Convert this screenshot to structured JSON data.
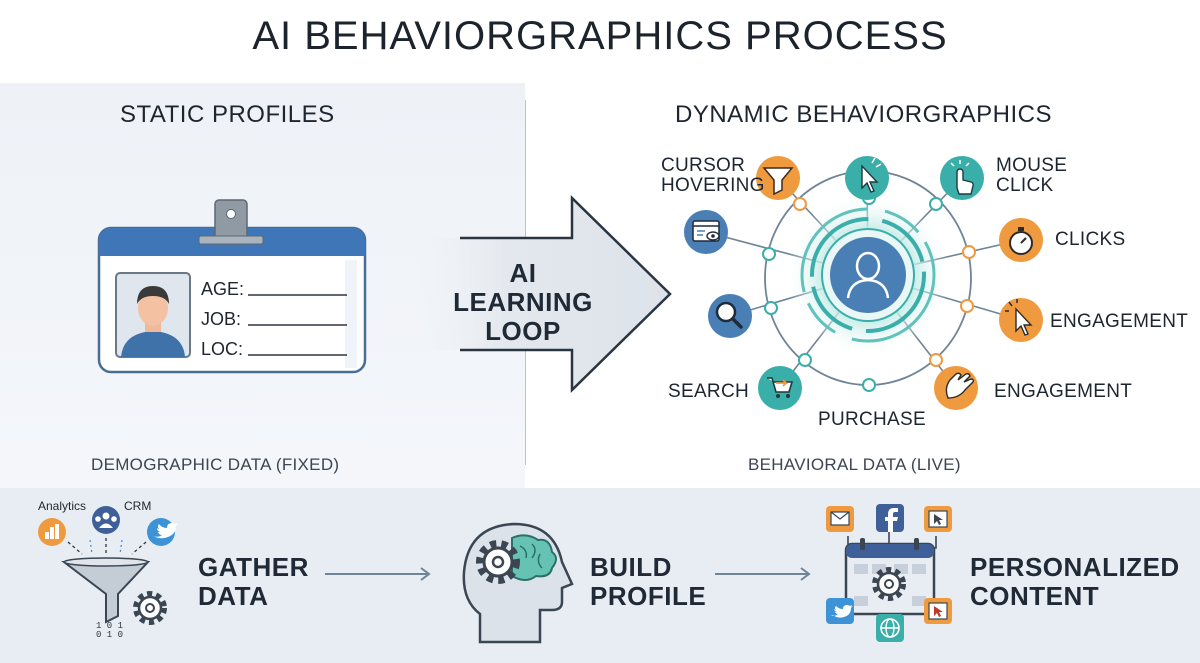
{
  "title": "AI BEHAVIORGRAPHICS PROCESS",
  "left": {
    "heading": "STATIC PROFILES",
    "fields": [
      "AGE:",
      "JOB:",
      "LOC:"
    ],
    "caption": "DEMOGRAPHIC DATA (FIXED)"
  },
  "arrow": {
    "line1": "AI",
    "line2": "LEARNING",
    "line3": "LOOP"
  },
  "right": {
    "heading": "DYNAMIC BEHAVIORGRAPHICS",
    "labels": {
      "cursor_hovering_1": "CURSOR",
      "cursor_hovering_2": "HOVERING",
      "mouse_click_1": "MOUSE",
      "mouse_click_2": "CLICK",
      "clicks": "CLICKS",
      "engagement_1": "ENGAGEMENT",
      "engagement_2": "ENGAGEMENT",
      "search": "SEARCH",
      "purchase": "PURCHASE"
    },
    "caption": "BEHAVIORAL DATA (LIVE)"
  },
  "bottom": {
    "sources": {
      "analytics": "Analytics",
      "crm": "CRM"
    },
    "step1_a": "GATHER",
    "step1_b": "DATA",
    "step2_a": "BUILD",
    "step2_b": "PROFILE",
    "step3_a": "PERSONALIZED",
    "step3_b": "CONTENT"
  },
  "colors": {
    "teal": "#3aaea8",
    "orange": "#ef9a3e",
    "blue": "#3e7fc4",
    "navy": "#2f5f9a",
    "slate": "#4e6275"
  },
  "icons": [
    "id-badge-icon",
    "avatar-icon",
    "arrow-icon",
    "funnel-icon",
    "cursor-icon",
    "hand-click-icon",
    "stopwatch-icon",
    "pointer-click-icon",
    "clap-hand-icon",
    "cart-icon",
    "search-icon",
    "browser-eye-icon",
    "user-icon",
    "bar-chart-icon",
    "team-icon",
    "twitter-icon",
    "gear-icon",
    "head-brain-icon",
    "calendar-icon",
    "mail-icon",
    "facebook-icon",
    "globe-icon"
  ]
}
